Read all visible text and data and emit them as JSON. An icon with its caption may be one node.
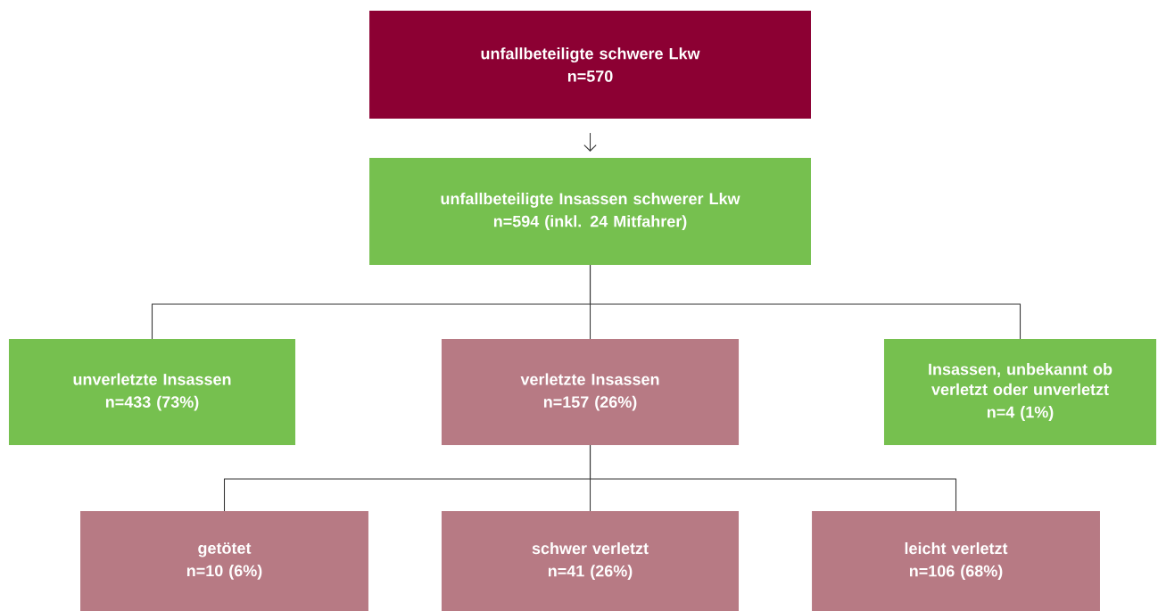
{
  "diagram": {
    "nodes": [
      {
        "text": [
          "unfallbeteiligte schwere Lkw",
          "n=570"
        ]
      },
      {
        "text": [
          "unfallbeteiligte Insassen schwerer Lkw",
          "n=594 (inkl. 24 Mitfahrer)"
        ]
      },
      {
        "text": [
          "unverletzte Insassen",
          "n=433 (73%)"
        ]
      },
      {
        "text": [
          "verletzte Insassen",
          "n=157 (26%)"
        ]
      },
      {
        "text": [
          "Insassen, unbekannt ob verletzt oder unverletzt",
          "n=4 (1%)"
        ]
      },
      {
        "text": [
          "getötet",
          "n=10 (6%)"
        ]
      },
      {
        "text": [
          "schwer verletzt",
          "n=41 (26%)"
        ]
      },
      {
        "text": [
          "leicht verletzt",
          "n=106 (68%)"
        ]
      }
    ],
    "edges": [
      {
        "from": 0,
        "to": 1,
        "arrow": "to"
      },
      {
        "from": 1,
        "to": 2,
        "arrow": "none"
      },
      {
        "from": 1,
        "to": 3,
        "arrow": "none"
      },
      {
        "from": 1,
        "to": 4,
        "arrow": "none"
      },
      {
        "from": 3,
        "to": 5,
        "arrow": "none"
      },
      {
        "from": 3,
        "to": 6,
        "arrow": "none"
      },
      {
        "from": 3,
        "to": 7,
        "arrow": "none"
      }
    ]
  }
}
